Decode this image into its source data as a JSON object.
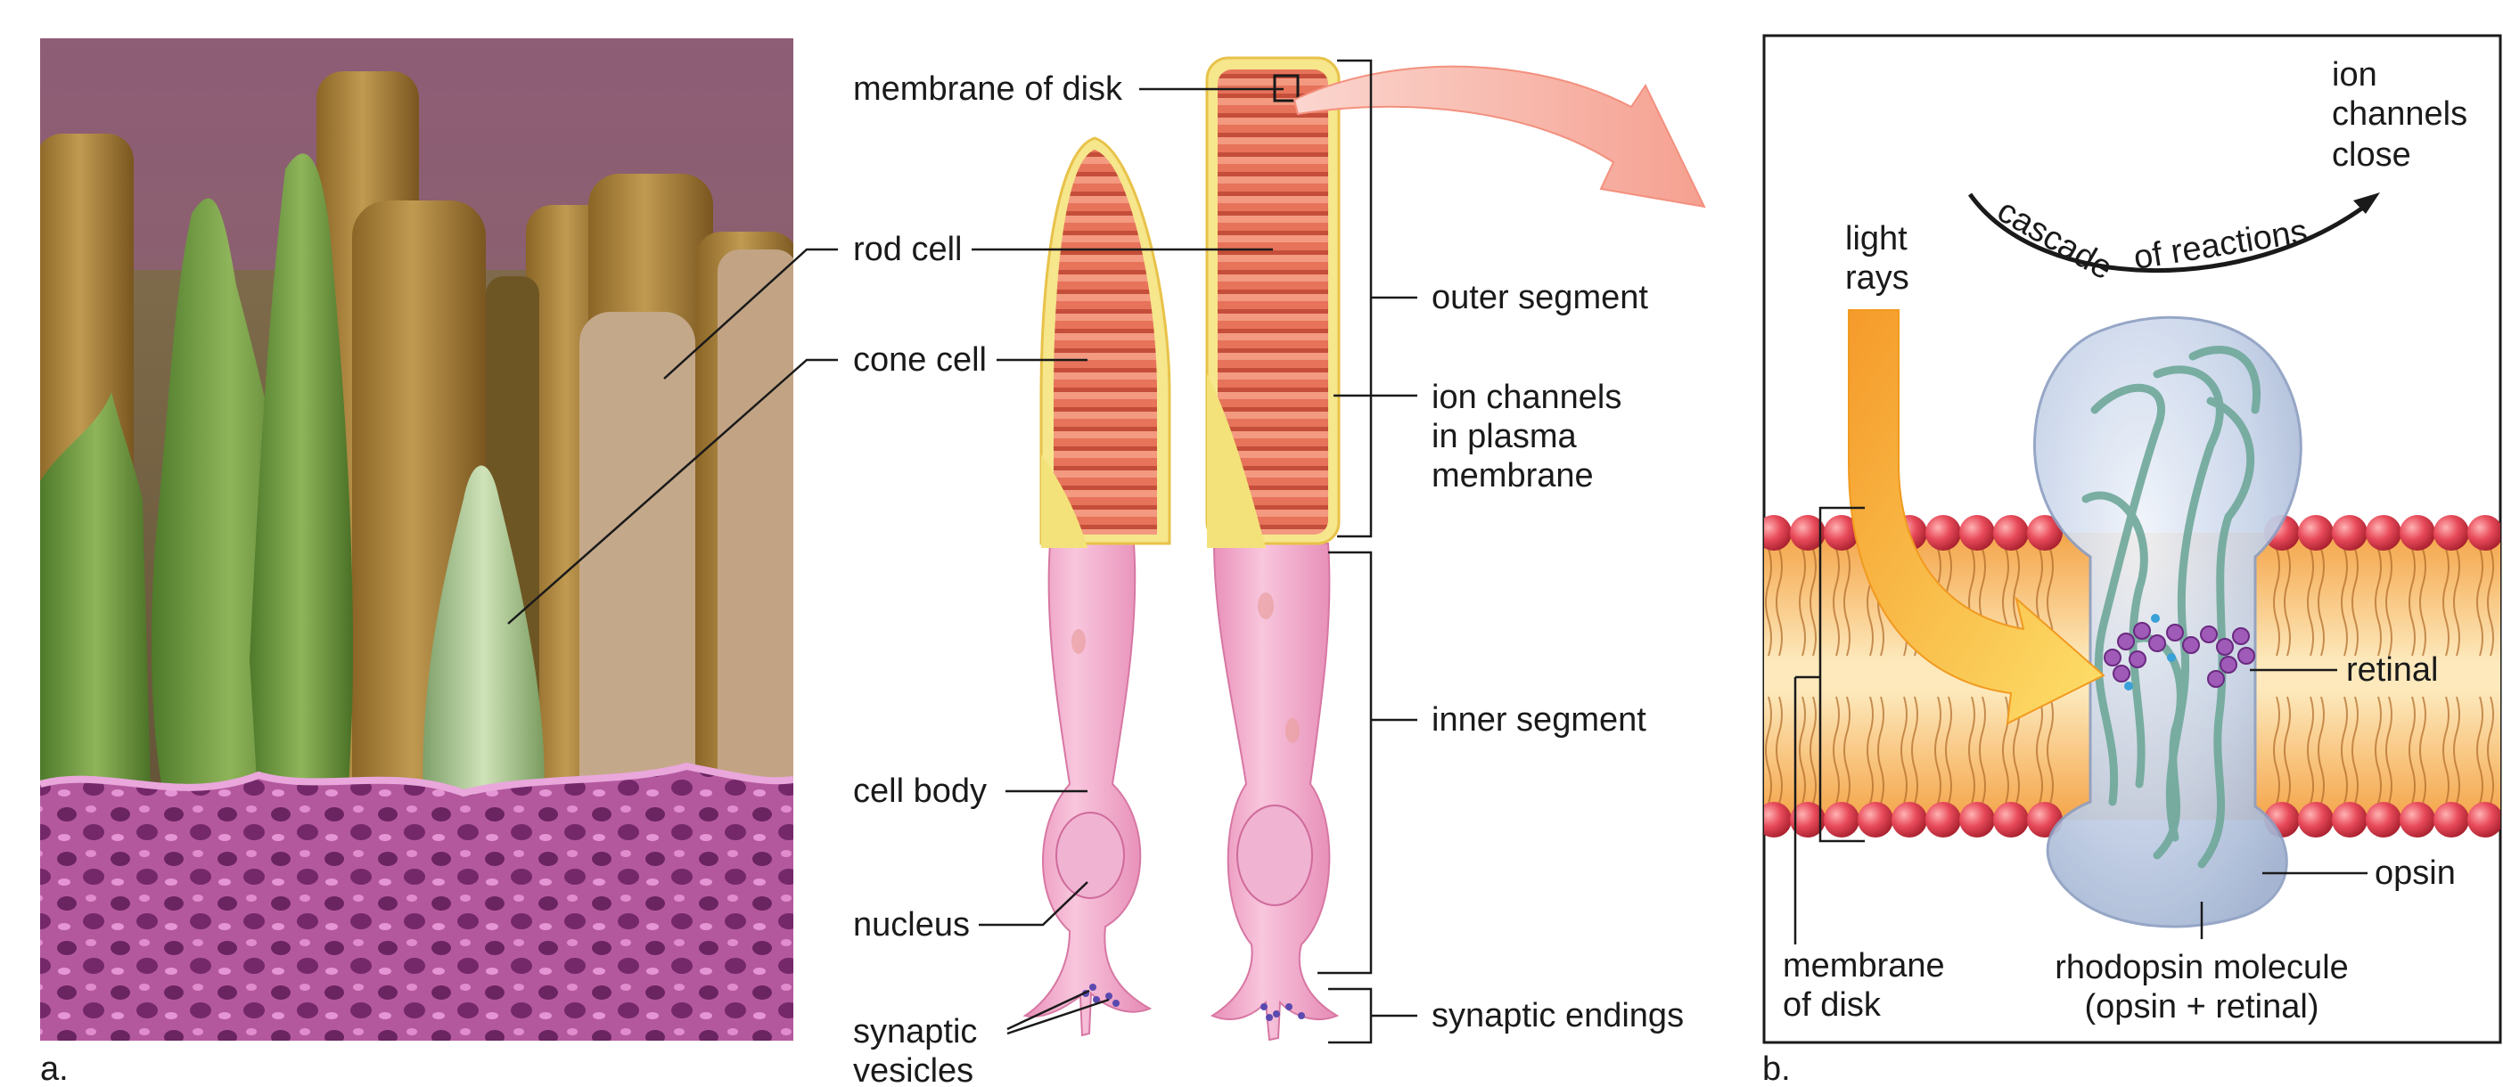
{
  "panel_a": {
    "caption": "a.",
    "labels": {
      "rod_cell": "rod cell",
      "cone_cell": "cone cell",
      "membrane_of_disk": "membrane of disk",
      "cell_body": "cell body",
      "nucleus": "nucleus",
      "synaptic_vesicles_1": "synaptic",
      "synaptic_vesicles_2": "vesicles",
      "outer_segment": "outer segment",
      "ion_channels_1": "ion channels",
      "ion_channels_2": "in plasma",
      "ion_channels_3": "membrane",
      "inner_segment": "inner segment",
      "synaptic_endings": "synaptic endings"
    }
  },
  "panel_b": {
    "caption": "b.",
    "labels": {
      "ion_close_1": "ion",
      "ion_close_2": "channels",
      "ion_close_3": "close",
      "cascade_1": "cascade",
      "cascade_2": "of reactions",
      "light_1": "light",
      "light_2": "rays",
      "retinal": "retinal",
      "opsin": "opsin",
      "membrane_disk_1": "membrane",
      "membrane_disk_2": "of disk",
      "rhodopsin_1": "rhodopsin molecule",
      "rhodopsin_2": "(opsin + retinal)"
    }
  },
  "colors": {
    "rod_outer": "#e8735a",
    "rod_outline": "#f3d97a",
    "inner_segment": "#f2a6c8",
    "micrograph_rods": "#a07a2e",
    "micrograph_cones": "#6f9a3a",
    "micrograph_base": "#b0509a",
    "arrow_pink": "#f7b4a8",
    "light_arrow": "#f7a23a",
    "lipid_head": "#e84a5a",
    "membrane_core": "#f8c87a",
    "opsin_blob": "#c9d6ea",
    "helix": "#6fa89a",
    "retinal": "#a05ab8"
  }
}
